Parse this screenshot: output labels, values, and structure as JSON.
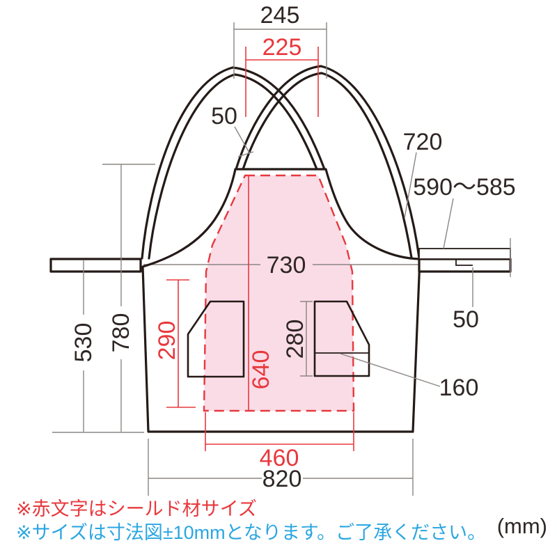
{
  "diagram": {
    "dims": {
      "strap_span": "245",
      "shield_top_width": "225",
      "strap_width": "50",
      "strap_length": "720",
      "belt_length": "590〜585",
      "waist_width": "730",
      "belt_width": "50",
      "lower_height": "530",
      "total_height": "780",
      "shield_side_height": "290",
      "shield_height": "640",
      "pocket_height": "280",
      "pocket_divider": "160",
      "shield_bottom_width": "460",
      "bottom_width": "820"
    },
    "notes": {
      "red": "※赤文字はシールド材サイズ",
      "blue": "※サイズは寸法図±10mmとなります。ご了承ください。",
      "unit": "(mm)"
    },
    "colors": {
      "outline": "#241a17",
      "dimension_line": "#8a8583",
      "red": "#e8383d",
      "shield_fill": "#fadce7",
      "note_blue": "#2ca6e0"
    }
  }
}
